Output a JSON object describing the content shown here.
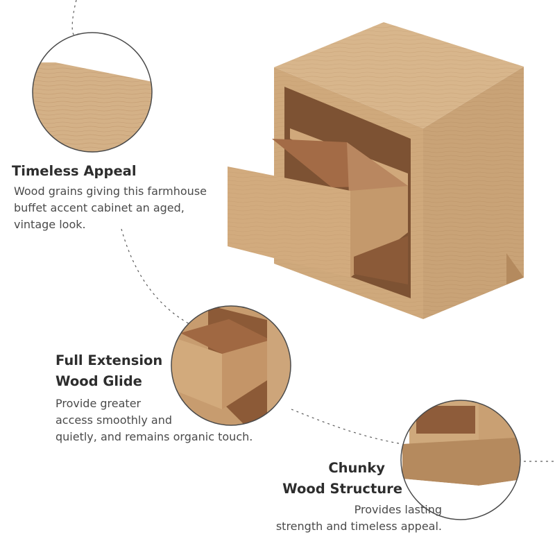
{
  "features": [
    {
      "title_lines": [
        "Timeless Appeal"
      ],
      "desc_lines": [
        "Wood grains giving this farmhouse",
        "buffet accent cabinet an aged,",
        "vintage look."
      ]
    },
    {
      "title_lines": [
        "Full Extension",
        "Wood Glide"
      ],
      "desc_lines": [
        "Provide greater",
        "access smoothly and",
        "quietly, and remains organic touch."
      ]
    },
    {
      "title_lines": [
        "Chunky",
        "Wood Structure"
      ],
      "desc_lines": [
        "Provides lasting",
        "strength and timeless appeal."
      ]
    }
  ],
  "colors": {
    "wood_light": "#d6b48b",
    "wood_mid": "#c49a6e",
    "wood_dark": "#8e5d3a",
    "drawer_inner": "#a16a45",
    "outline": "#4a4a4a",
    "dashed": "#555555"
  }
}
